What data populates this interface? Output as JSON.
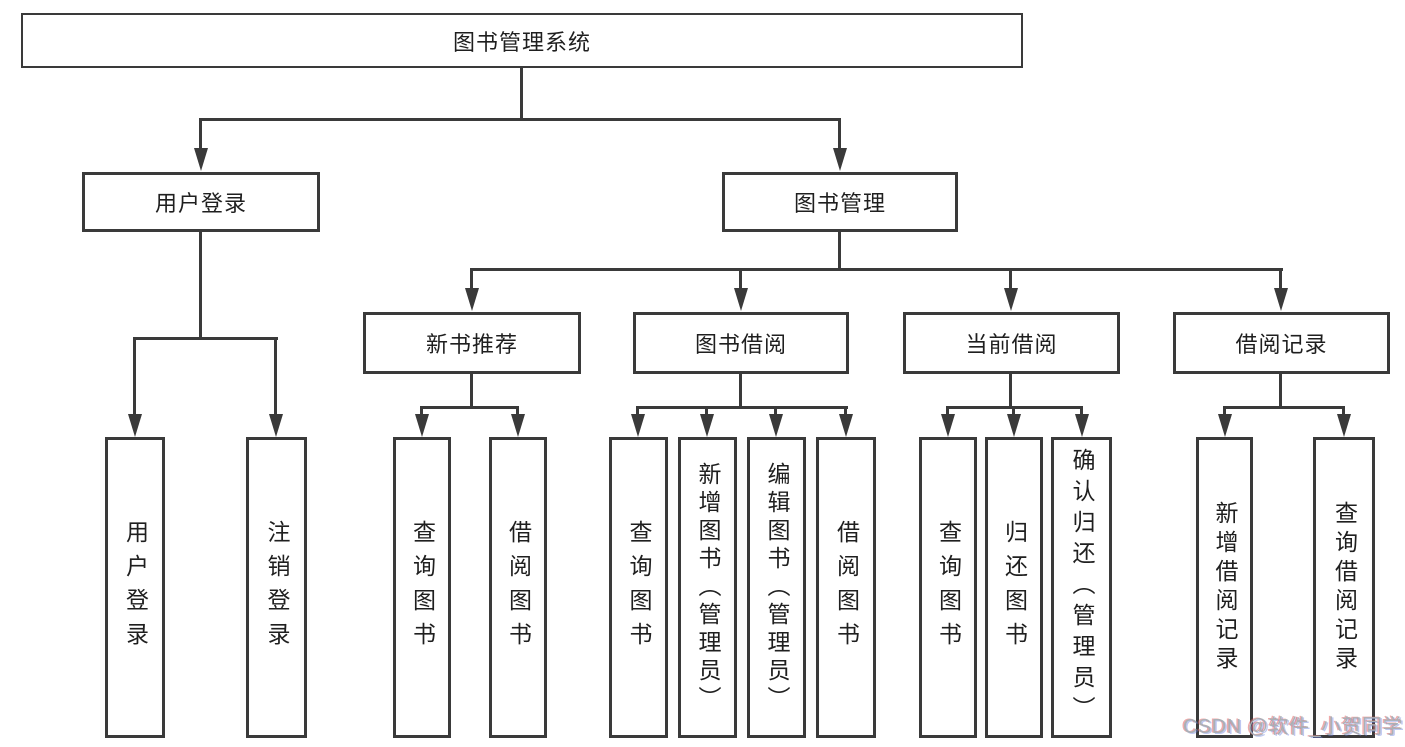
{
  "diagram": {
    "title": "图书管理系统",
    "root": {
      "label": "图书管理系统"
    },
    "level2": [
      {
        "label": "用户登录"
      },
      {
        "label": "图书管理"
      }
    ],
    "level3": [
      {
        "label": "新书推荐"
      },
      {
        "label": "图书借阅"
      },
      {
        "label": "当前借阅"
      },
      {
        "label": "借阅记录"
      }
    ],
    "leaves": {
      "user_login": [
        "用户登录",
        "注销登录"
      ],
      "new_book": [
        "查询图书",
        "借阅图书"
      ],
      "book_borrow": [
        "查询图书",
        "新增图书（管理员）",
        "编辑图书（管理员）",
        "借阅图书"
      ],
      "current_borrow": [
        "查询图书",
        "归还图书",
        "确认归还（管理员）"
      ],
      "borrow_record": [
        "新增借阅记录",
        "查询借阅记录"
      ]
    }
  },
  "watermark": {
    "text": "CSDN @软件_小贺同学"
  },
  "colors": {
    "line": "#3a3a3a",
    "text": "#1f1f1f",
    "background": "#ffffff",
    "watermark_gray": "#aab0b6"
  }
}
